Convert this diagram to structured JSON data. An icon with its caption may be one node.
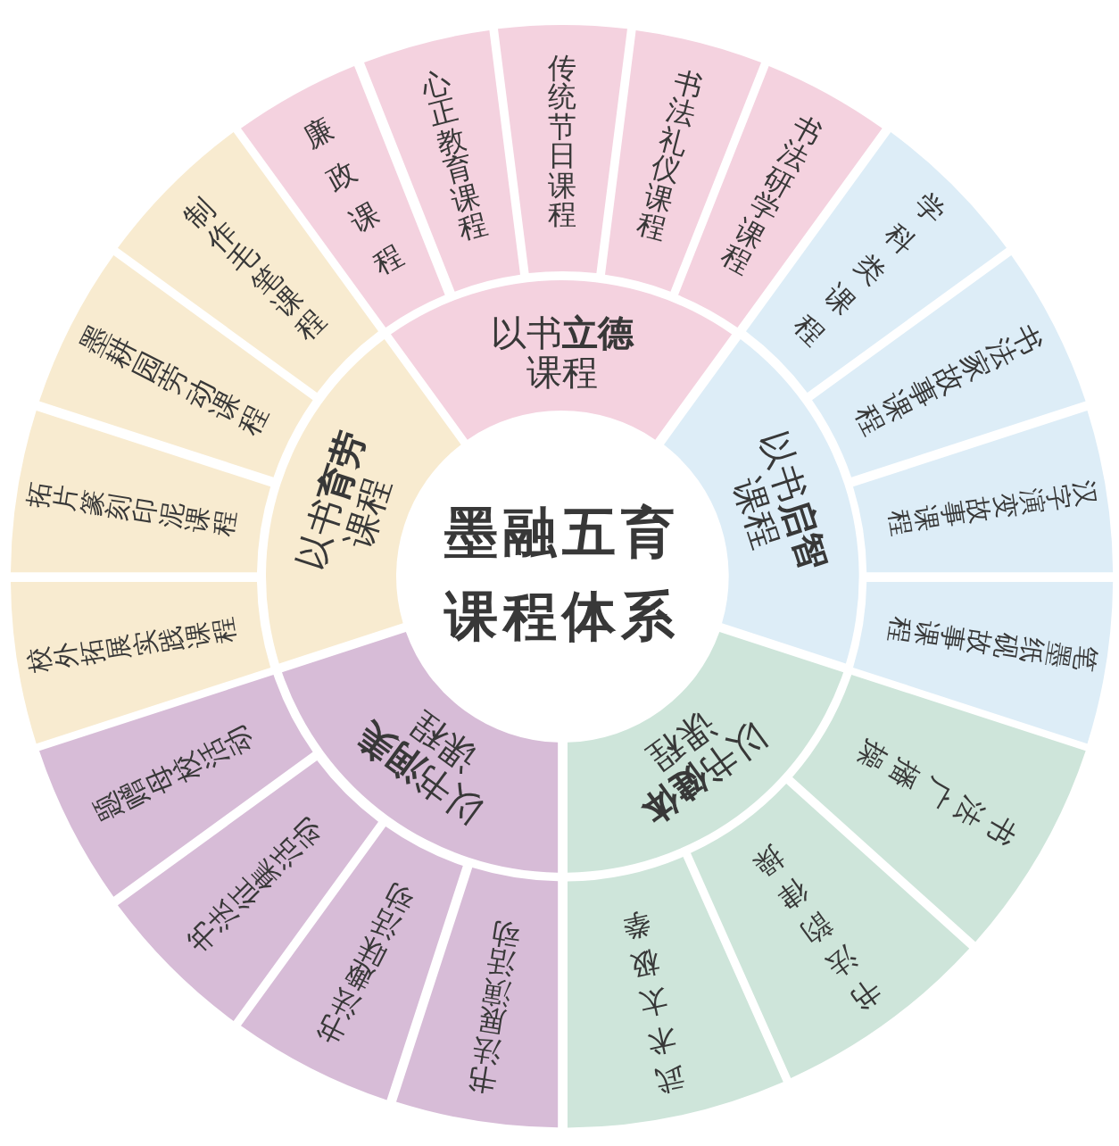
{
  "diagram": {
    "nodes": [
      {
        "text": [
          "墨融五育课程体系"
        ]
      },
      {
        "text": [
          "以书**立德**课程"
        ]
      },
      {
        "text": [
          "廉政课程"
        ]
      },
      {
        "text": [
          "心正教育课程"
        ]
      },
      {
        "text": [
          "传统节日课程"
        ]
      },
      {
        "text": [
          "书法礼仪课程"
        ]
      },
      {
        "text": [
          "书法研学课程"
        ]
      },
      {
        "text": [
          "以书**启智**课程"
        ]
      },
      {
        "text": [
          "学科类课程"
        ]
      },
      {
        "text": [
          "书法家故事课程"
        ]
      },
      {
        "text": [
          "汉字演变故事课程"
        ]
      },
      {
        "text": [
          "笔墨纸砚故事课程"
        ]
      },
      {
        "text": [
          "以书**健体**课程"
        ]
      },
      {
        "text": [
          "书法广播操"
        ]
      },
      {
        "text": [
          "书法韵律操"
        ]
      },
      {
        "text": [
          "武术太极拳"
        ]
      },
      {
        "text": [
          "以书**润美**课程"
        ]
      },
      {
        "text": [
          "书法展演活动"
        ]
      },
      {
        "text": [
          "书法趣味活动"
        ]
      },
      {
        "text": [
          "书法征集活动"
        ]
      },
      {
        "text": [
          "题赠母校活动"
        ]
      },
      {
        "text": [
          "以书**育劳**课程"
        ]
      },
      {
        "text": [
          "校外拓展实践课程"
        ]
      },
      {
        "text": [
          "拓片篆刻印泥课程"
        ]
      },
      {
        "text": [
          "墨耕园劳动课程"
        ]
      },
      {
        "text": [
          "制作毛笔课程"
        ]
      }
    ]
  }
}
